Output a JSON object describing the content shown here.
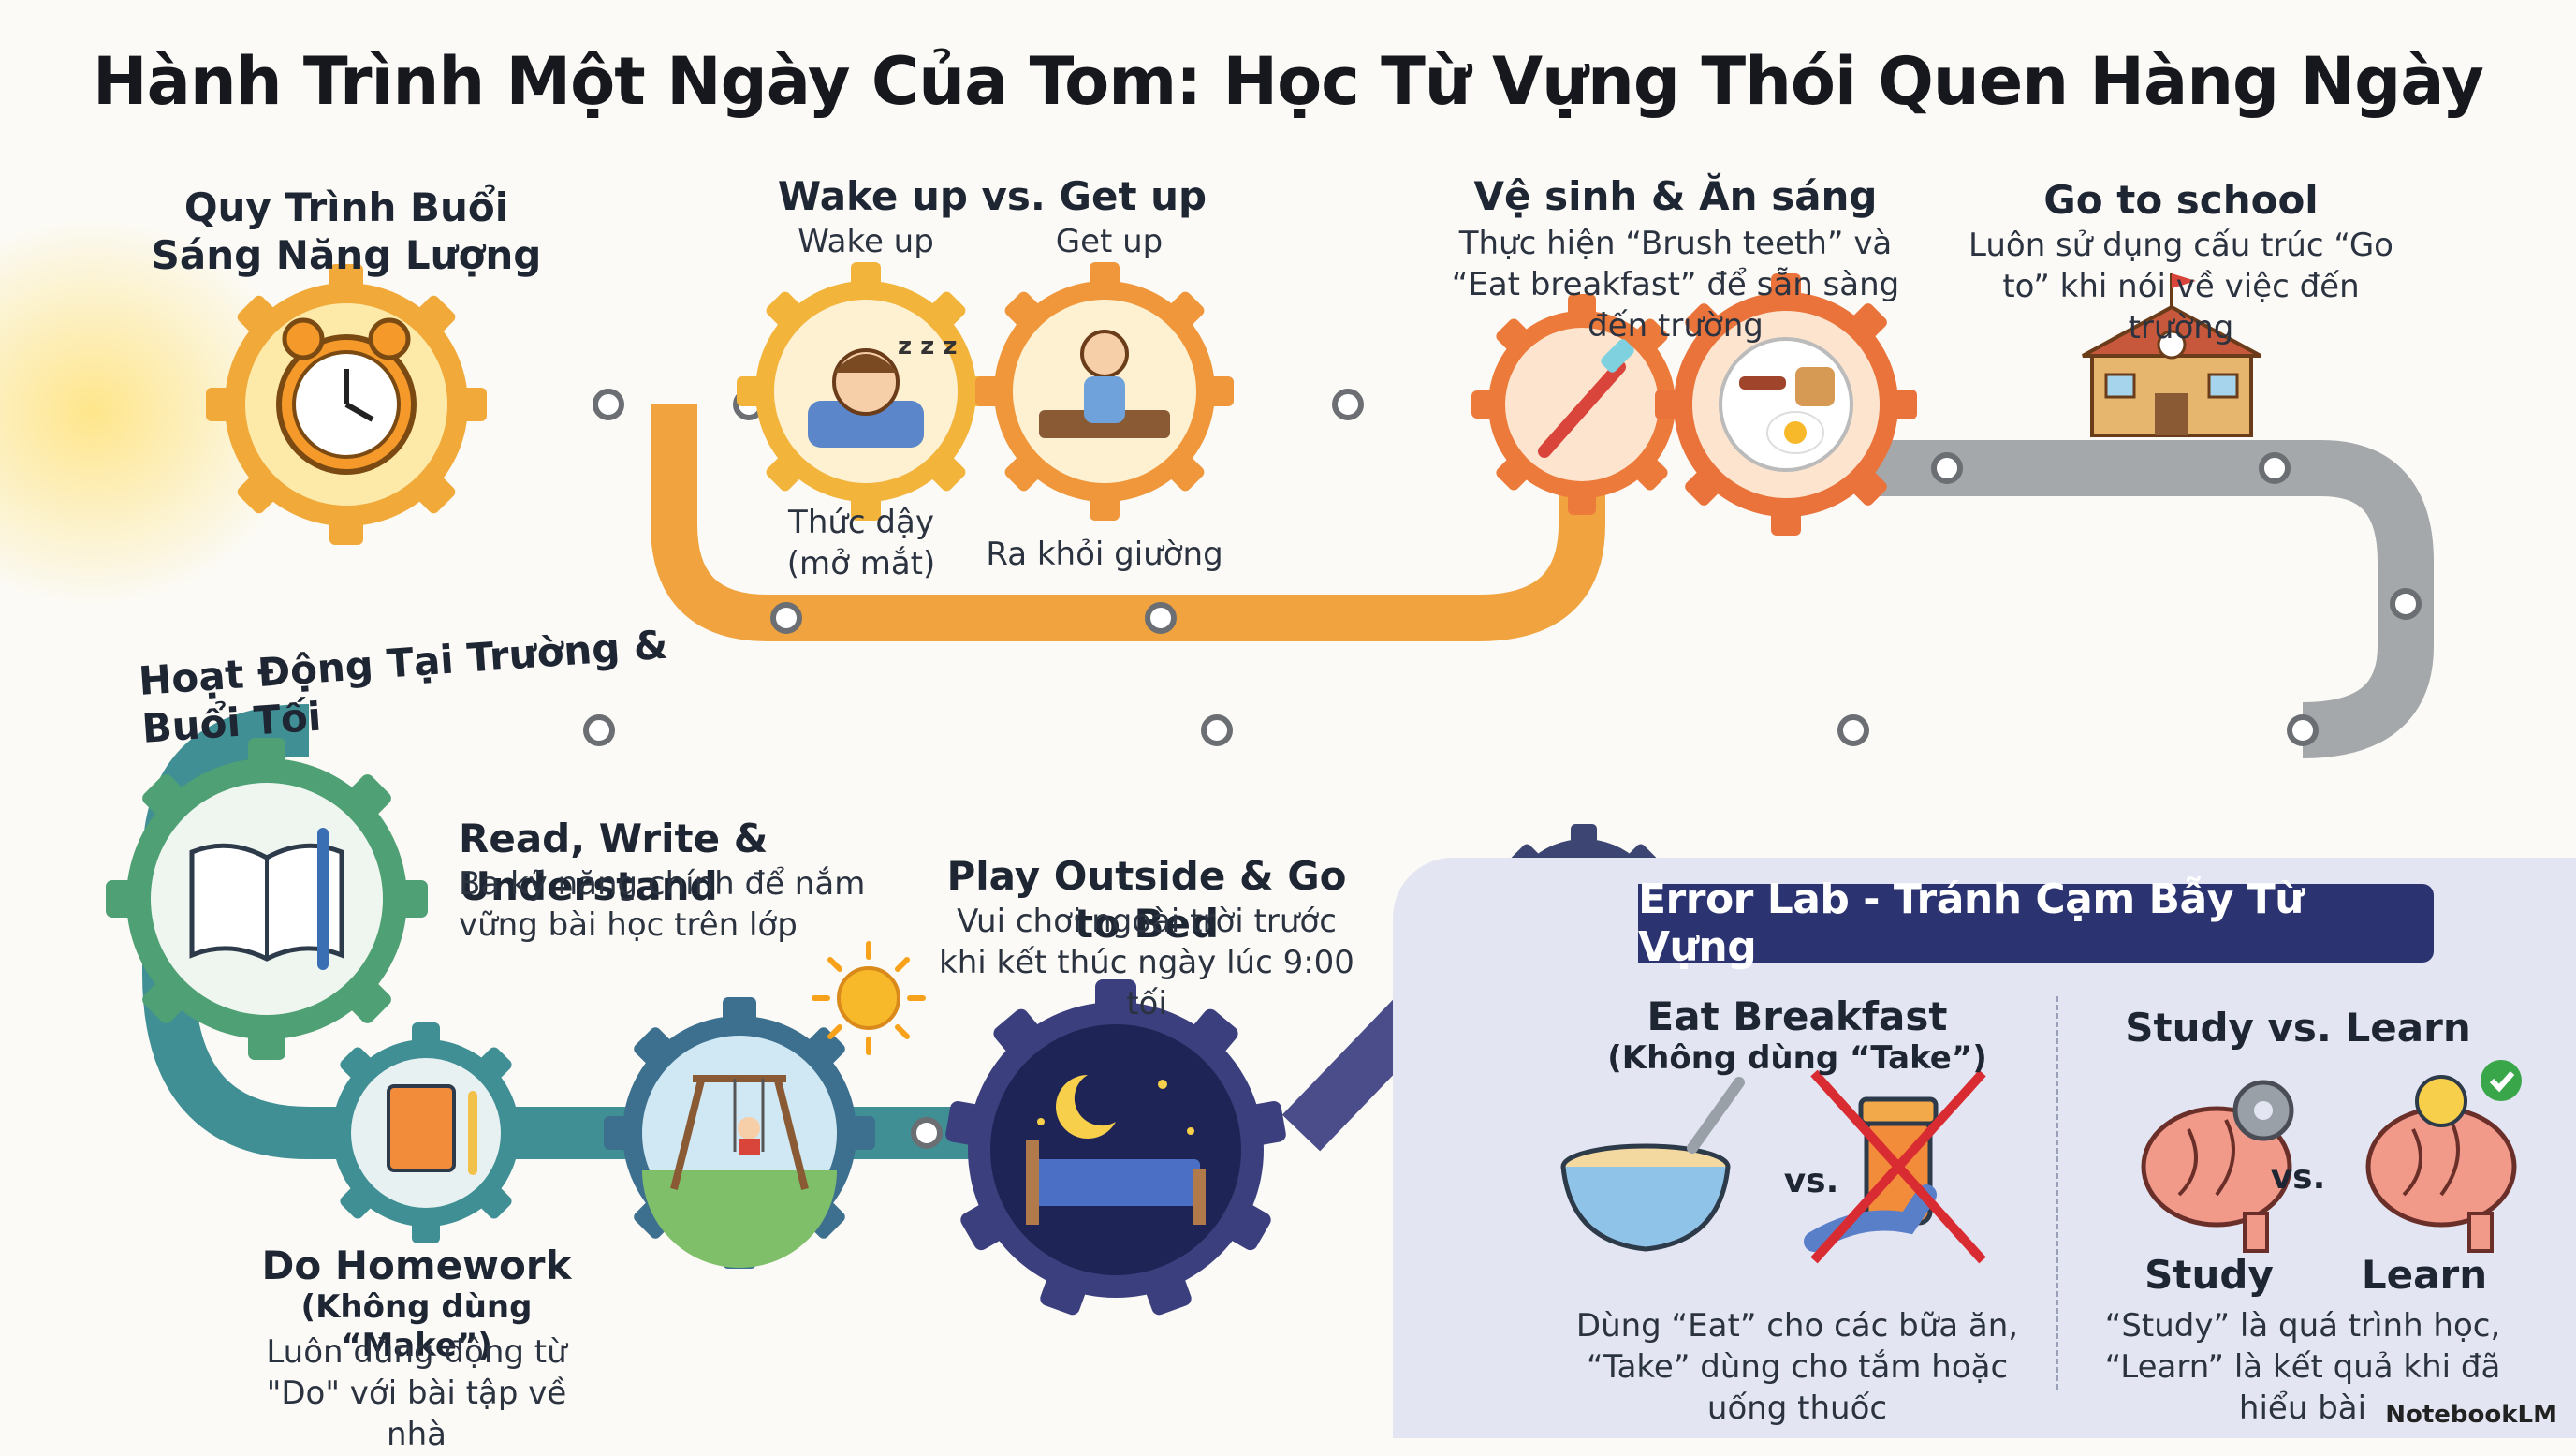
{
  "title": "Hành Trình Một Ngày Của Tom: Học Từ Vựng Thói Quen Hàng Ngày",
  "morning": {
    "heading": "Quy Trình Buổi Sáng Năng Lượng",
    "wake_vs_get": {
      "heading": "Wake up vs. Get up",
      "wake_label": "Wake up",
      "get_label": "Get up",
      "wake_caption": "Thức dậy (mở mắt)",
      "get_caption": "Ra khỏi giường"
    },
    "hygiene": {
      "heading": "Vệ sinh & Ăn sáng",
      "text": "Thực hiện “Brush teeth” và “Eat breakfast” để sẵn sàng đến trường"
    },
    "school": {
      "heading": "Go to school",
      "text": "Luôn sử dụng cấu trúc “Go to” khi nói về việc đến trường"
    }
  },
  "evening": {
    "heading": "Hoạt Động Tại Trường & Buổi Tối",
    "read": {
      "heading": "Read, Write & Understand",
      "text": "Ba kỹ năng chính để nắm vững bài học trên lớp"
    },
    "play": {
      "heading": "Play Outside & Go to Bed",
      "text": "Vui chơi ngoài trời trước khi kết thúc ngày lúc 9:00 tối"
    },
    "homework": {
      "heading": "Do Homework",
      "subheading": "(Không dùng “Make”)",
      "text": "Luôn dùng động từ \"Do\" với bài tập về nhà"
    }
  },
  "error_lab": {
    "heading": "Error Lab - Tránh Cạm Bẫy Từ Vựng",
    "eat": {
      "heading": "Eat Breakfast",
      "subheading": "(Không dùng “Take”)",
      "vs": "vs.",
      "text": "Dùng “Eat” cho các bữa ăn, “Take” dùng cho tắm hoặc uống thuốc"
    },
    "study": {
      "heading": "Study vs. Learn",
      "vs": "vs.",
      "study_label": "Study",
      "learn_label": "Learn",
      "text": "“Study” là quá trình học, “Learn” là kết quả khi đã hiểu bài"
    }
  },
  "brand": "NotebookLM",
  "colors": {
    "gold": "#f4b73a",
    "orange": "#ef8a3c",
    "gray_track": "#9fa3a6",
    "green": "#5faa6a",
    "teal": "#3f8f94",
    "navy": "#2b3370",
    "error_red": "#d92b32"
  }
}
